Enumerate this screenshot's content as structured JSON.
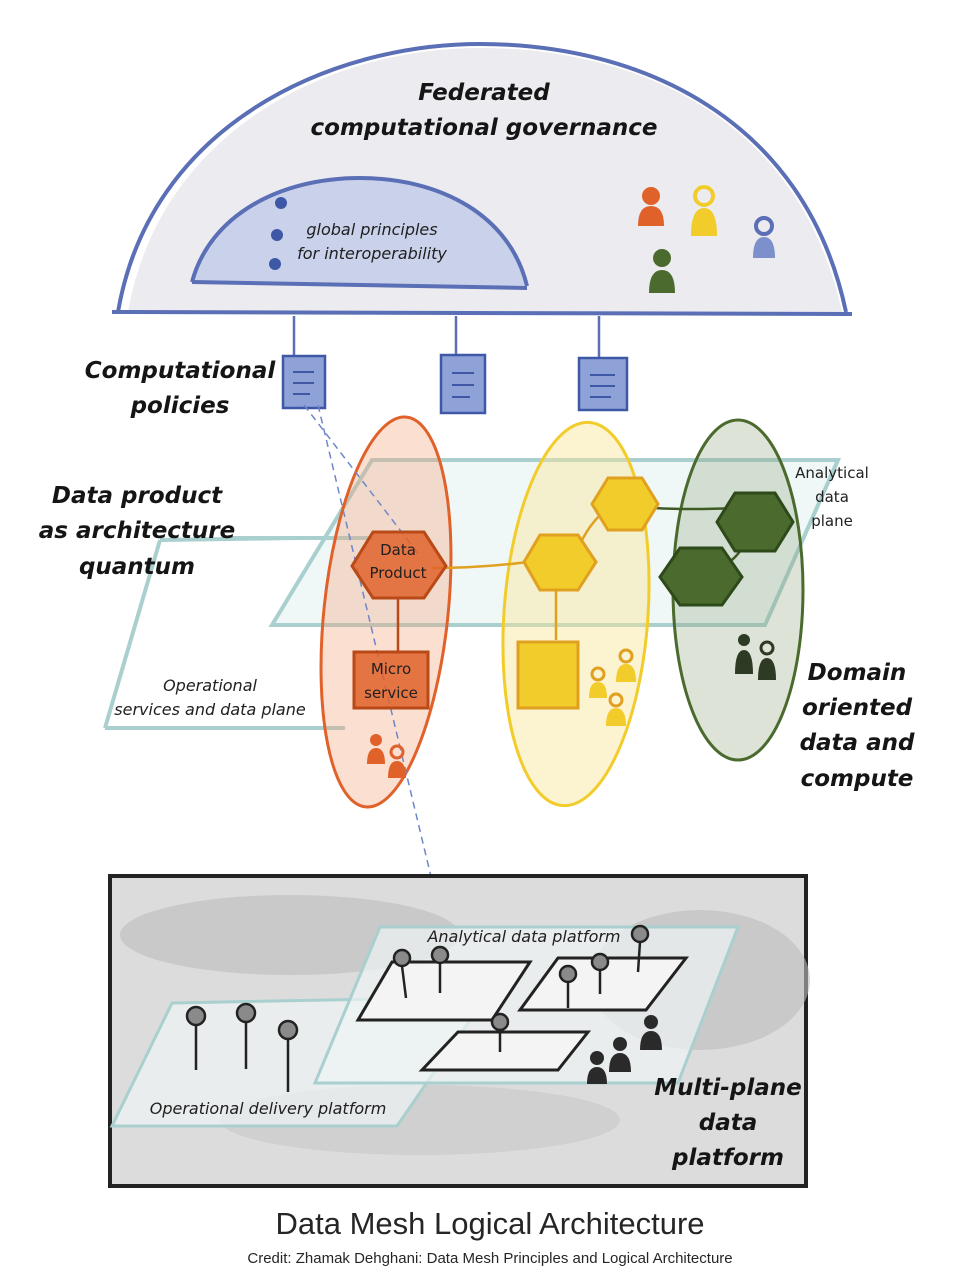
{
  "governance": {
    "title_line1": "Federated",
    "title_line2": "computational governance",
    "principles_line1": "global principles",
    "principles_line2": "for interoperability"
  },
  "policies": {
    "title_line1": "Computational",
    "title_line2": "policies"
  },
  "quantum": {
    "line1": "Data product",
    "line2": "as architecture",
    "line3": "quantum"
  },
  "analytical_plane": {
    "line1": "Analytical",
    "line2": "data",
    "line3": "plane"
  },
  "operational_plane": {
    "line1": "Operational",
    "line2": "services and data plane"
  },
  "data_product": {
    "line1": "Data",
    "line2": "Product"
  },
  "micro_service": {
    "line1": "Micro",
    "line2": "service"
  },
  "domain": {
    "line1": "Domain",
    "line2": "oriented",
    "line3": "data and",
    "line4": "compute"
  },
  "platform": {
    "analytical_label": "Analytical data platform",
    "operational_label": "Operational delivery platform",
    "title_line1": "Multi-plane",
    "title_line2": "data",
    "title_line3": "platform"
  },
  "caption": {
    "title": "Data Mesh Logical Architecture",
    "credit": "Credit: Zhamak Dehghani: Data Mesh Principles and Logical Architecture"
  },
  "colors": {
    "governance_blue": "#5a6fb5",
    "domain_orange": "#e0622a",
    "domain_yellow": "#f2cc2a",
    "domain_green": "#4a6a2e",
    "plane_teal": "#a9cfcf",
    "platform_gray": "#d9d9d9"
  }
}
